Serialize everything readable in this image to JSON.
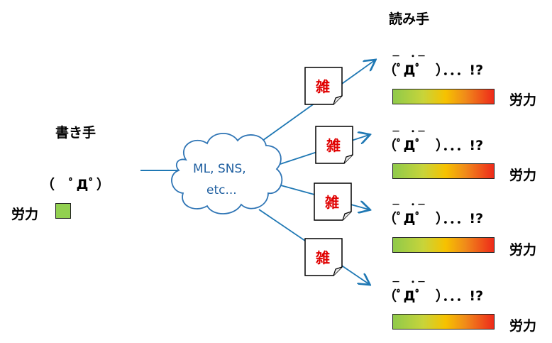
{
  "writer": {
    "title": "書き手",
    "face": "（　ﾟДﾟ）",
    "effort_label": "労力"
  },
  "cloud": {
    "line1": "ML, SNS,",
    "line2": "etc..."
  },
  "readers": {
    "title": "読み手",
    "items": [
      {
        "brows": "－　・－",
        "face": "（ﾟДﾟ　）．．．!?",
        "effort_label": "労力"
      },
      {
        "brows": "－　・－",
        "face": "（ﾟДﾟ　）．．．!?",
        "effort_label": "労力"
      },
      {
        "brows": "－　・－",
        "face": "（ﾟДﾟ　）．．．!?",
        "effort_label": "労力"
      },
      {
        "brows": "－　・－",
        "face": "（ﾟДﾟ　）．．．!?",
        "effort_label": "労力"
      }
    ]
  },
  "notes": [
    {
      "label": "雑"
    },
    {
      "label": "雑"
    },
    {
      "label": "雑"
    },
    {
      "label": "雑"
    }
  ],
  "colors": {
    "arrow": "#1f78b4",
    "note_text": "#e00000",
    "cloud_text": "#1f5fa0",
    "cloud_stroke": "#2f75b5",
    "writer_effort": "#92d050",
    "reader_effort_gradient": [
      "#8fca4a",
      "#f6c200",
      "#ee2a1a"
    ]
  }
}
